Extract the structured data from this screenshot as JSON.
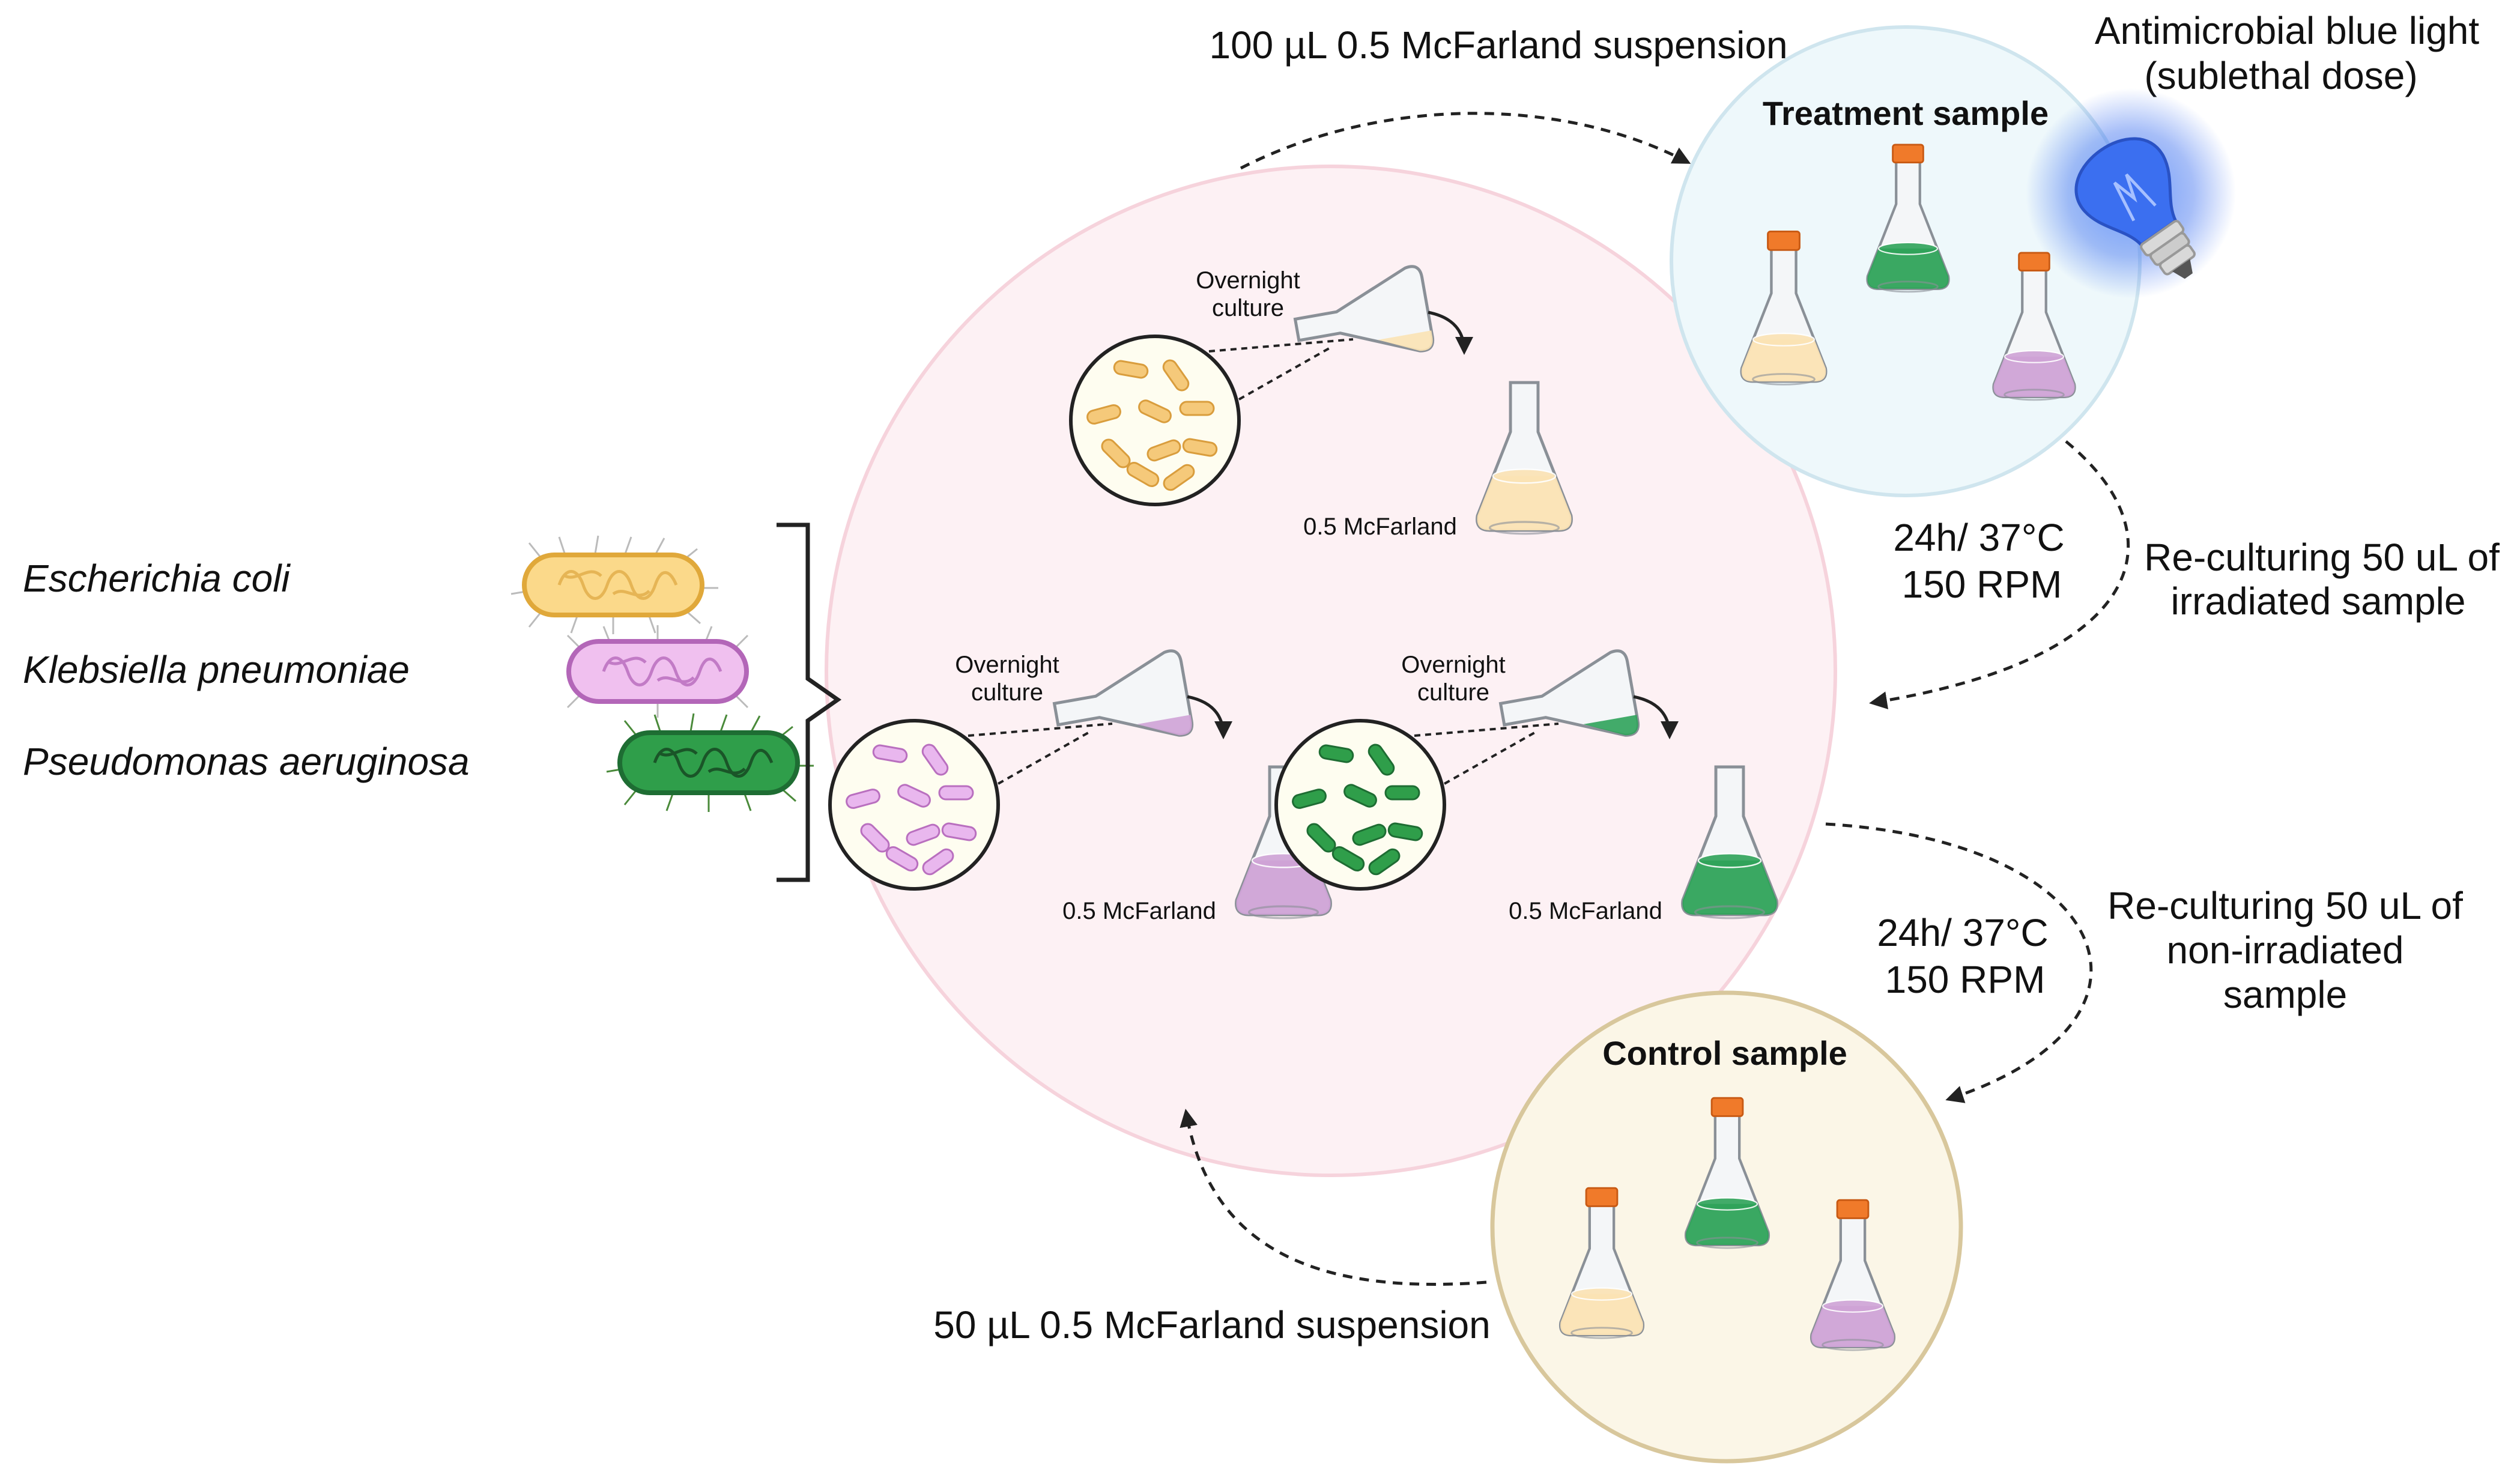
{
  "bacteria": [
    {
      "name": "Escherichia coli",
      "fill": "#fbd98a",
      "stroke": "#e0a83a",
      "texture": "#e6b555"
    },
    {
      "name": "Klebsiella pneumoniae",
      "fill": "#f0c0ef",
      "stroke": "#b366b8",
      "texture": "#c27bc6"
    },
    {
      "name": "Pseudomonas aeruginosa",
      "fill": "#2f9e4a",
      "stroke": "#1e6d33",
      "texture": "#1a5528"
    }
  ],
  "cultures": [
    {
      "overnight_label": "Overnight culture",
      "flask_label": "0.5 McFarland",
      "liquid": "#fbe3b4",
      "rod": "#f5c97a",
      "rod_stroke": "#d99d3d"
    },
    {
      "overnight_label": "Overnight culture",
      "flask_label": "0.5 McFarland",
      "liquid": "#cfa3d6",
      "rod": "#e9b7ee",
      "rod_stroke": "#b96fbf"
    },
    {
      "overnight_label": "Overnight culture",
      "flask_label": "0.5 McFarland",
      "liquid": "#2fa35a",
      "rod": "#2f9e4a",
      "rod_stroke": "#1e6d33"
    }
  ],
  "treatment": {
    "title": "Treatment sample",
    "light_label_line1": "Antimicrobial blue light",
    "light_label_line2": "(sublethal dose)",
    "fill": "#eef8fb",
    "stroke": "#cfe5ee"
  },
  "control": {
    "title": "Control sample",
    "fill": "#fbf6e7",
    "stroke": "#d8c79c"
  },
  "arrows": {
    "to_treatment": "100 µL 0.5 McFarland suspension",
    "from_control": "50 µL 0.5 McFarland suspension",
    "treatment_incubation_line1": "24h/ 37°C",
    "treatment_incubation_line2": "150 RPM",
    "treatment_reculture_line1": "Re-culturing 50 uL of",
    "treatment_reculture_line2": "irradiated sample",
    "control_incubation_line1": "24h/ 37°C",
    "control_incubation_line2": "150 RPM",
    "control_reculture_line1": "Re-culturing 50 uL of",
    "control_reculture_line2": "non-irradiated",
    "control_reculture_line3": "sample"
  },
  "colors": {
    "big_circle_fill": "#fdf1f4",
    "big_circle_stroke": "#f6d3dc",
    "cap": "#f07a2a",
    "flask_glass": "#f4f6f8",
    "flask_outline": "#8a9097",
    "bulb": "#3b6ff0"
  }
}
